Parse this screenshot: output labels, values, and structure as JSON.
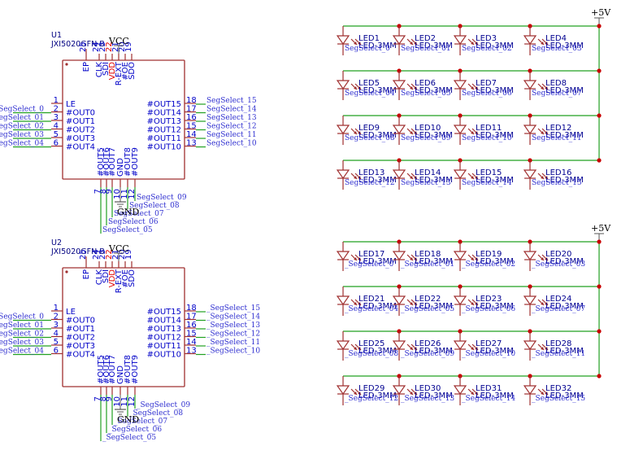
{
  "colors": {
    "wire": "#22a022",
    "part": "#a03030",
    "junction": "#c80000",
    "pin_text": "#0000c8",
    "power_pin_text": "#e00000",
    "net_label": "#3030d0"
  },
  "chips": [
    {
      "ref": "U1",
      "value": "JXI5020GFN-B",
      "vcc_label": "VCC",
      "gnd_label": "GND",
      "top_pins": [
        {
          "num": "25",
          "name": "EP",
          "power": false
        },
        {
          "num": "24",
          "name": "CLK",
          "power": false
        },
        {
          "num": "23",
          "name": "SDI",
          "power": false
        },
        {
          "num": "22",
          "name": "VDD",
          "power": true
        },
        {
          "num": "21",
          "name": "R-EXT",
          "power": false
        },
        {
          "num": "20",
          "name": "#OE",
          "power": false
        },
        {
          "num": "19",
          "name": "SDO",
          "power": false
        }
      ],
      "left_pins": [
        {
          "num": "1",
          "name": "LE",
          "net": ""
        },
        {
          "num": "2",
          "name": "#OUT0",
          "net": "SegSelect_0"
        },
        {
          "num": "3",
          "name": "#OUT1",
          "net": "SegSelect_01"
        },
        {
          "num": "4",
          "name": "#OUT2",
          "net": "SegSelect_02"
        },
        {
          "num": "5",
          "name": "#OUT3",
          "net": "SegSelect_03"
        },
        {
          "num": "6",
          "name": "#OUT4",
          "net": "SegSelect_04"
        }
      ],
      "right_pins": [
        {
          "num": "18",
          "name": "#OUT15",
          "net": "SegSelect_15"
        },
        {
          "num": "17",
          "name": "#OUT14",
          "net": "SegSelect_14"
        },
        {
          "num": "16",
          "name": "#OUT13",
          "net": "SegSelect_13"
        },
        {
          "num": "15",
          "name": "#OUT12",
          "net": "SegSelect_12"
        },
        {
          "num": "14",
          "name": "#OUT11",
          "net": "SegSelect_11"
        },
        {
          "num": "13",
          "name": "#OUT10",
          "net": "SegSelect_10"
        }
      ],
      "bottom_pins": [
        {
          "num": "7",
          "name": "#OUT5",
          "net": "SegSelect_05"
        },
        {
          "num": "8",
          "name": "#OUT6",
          "net": "SegSelect_06"
        },
        {
          "num": "9",
          "name": "#OUT7",
          "net": "SegSelect_07"
        },
        {
          "num": "10",
          "name": "GND",
          "net": ""
        },
        {
          "num": "11",
          "name": "#OUT8",
          "net": "SegSelect_08"
        },
        {
          "num": "12",
          "name": "#OUT9",
          "net": "SegSelect_09"
        }
      ]
    },
    {
      "ref": "U2",
      "value": "JXI5020GFN-B",
      "vcc_label": "VCC",
      "gnd_label": "GND",
      "top_pins": [
        {
          "num": "25",
          "name": "EP",
          "power": false
        },
        {
          "num": "24",
          "name": "CLK",
          "power": false
        },
        {
          "num": "23",
          "name": "SDI",
          "power": false
        },
        {
          "num": "22",
          "name": "VDD",
          "power": true
        },
        {
          "num": "21",
          "name": "R-EXT",
          "power": false
        },
        {
          "num": "20",
          "name": "#OE",
          "power": false
        },
        {
          "num": "19",
          "name": "SDO",
          "power": false
        }
      ],
      "left_pins": [
        {
          "num": "1",
          "name": "LE",
          "net": ""
        },
        {
          "num": "2",
          "name": "#OUT0",
          "net": "_SegSelect_0"
        },
        {
          "num": "3",
          "name": "#OUT1",
          "net": "_SegSelect_01"
        },
        {
          "num": "4",
          "name": "#OUT2",
          "net": "_SegSelect_02"
        },
        {
          "num": "5",
          "name": "#OUT3",
          "net": "_SegSelect_03"
        },
        {
          "num": "6",
          "name": "#OUT4",
          "net": "_SegSelect_04"
        }
      ],
      "right_pins": [
        {
          "num": "18",
          "name": "#OUT15",
          "net": "_SegSelect_15"
        },
        {
          "num": "17",
          "name": "#OUT14",
          "net": "_SegSelect_14"
        },
        {
          "num": "16",
          "name": "#OUT13",
          "net": "_SegSelect_13"
        },
        {
          "num": "15",
          "name": "#OUT12",
          "net": "_SegSelect_12"
        },
        {
          "num": "14",
          "name": "#OUT11",
          "net": "_SegSelect_11"
        },
        {
          "num": "13",
          "name": "#OUT10",
          "net": "_SegSelect_10"
        }
      ],
      "bottom_pins": [
        {
          "num": "7",
          "name": "#OUT5",
          "net": "_SegSelect_05"
        },
        {
          "num": "8",
          "name": "#OUT6",
          "net": "_SegSelect_06"
        },
        {
          "num": "9",
          "name": "#OUT7",
          "net": "_SegSelect_07"
        },
        {
          "num": "10",
          "name": "GND",
          "net": ""
        },
        {
          "num": "11",
          "name": "#OUT8",
          "net": "_SegSelect_08"
        },
        {
          "num": "12",
          "name": "#OUT9",
          "net": "_SegSelect_09"
        }
      ]
    }
  ],
  "led_banks": [
    {
      "power_label": "+5V",
      "rows": [
        [
          {
            "ref": "LED1",
            "value": "LED-3MM",
            "net": "SegSelect_0"
          },
          {
            "ref": "LED2",
            "value": "LED-3MM",
            "net": "SegSelect_01"
          },
          {
            "ref": "LED3",
            "value": "LED-3MM",
            "net": "SegSelect_02"
          },
          {
            "ref": "LED4",
            "value": "LED-3MM",
            "net": "SegSelect_03"
          }
        ],
        [
          {
            "ref": "LED5",
            "value": "LED-3MM",
            "net": "SegSelect_04"
          },
          {
            "ref": "LED6",
            "value": "LED-3MM",
            "net": "SegSelect_05"
          },
          {
            "ref": "LED7",
            "value": "LED-3MM",
            "net": "SegSelect_06"
          },
          {
            "ref": "LED8",
            "value": "LED-3MM",
            "net": "SegSelect_07"
          }
        ],
        [
          {
            "ref": "LED9",
            "value": "LED-3MM",
            "net": "SegSelect_08"
          },
          {
            "ref": "LED10",
            "value": "LED-3MM",
            "net": "SegSelect_09"
          },
          {
            "ref": "LED11",
            "value": "LED-3MM",
            "net": "SegSelect_10"
          },
          {
            "ref": "LED12",
            "value": "LED-3MM",
            "net": "SegSelect_11"
          }
        ],
        [
          {
            "ref": "LED13",
            "value": "LED-3MM",
            "net": "SegSelect_12"
          },
          {
            "ref": "LED14",
            "value": "LED-3MM",
            "net": "SegSelect_13"
          },
          {
            "ref": "LED15",
            "value": "LED-3MM",
            "net": "SegSelect_14"
          },
          {
            "ref": "LED16",
            "value": "LED-3MM",
            "net": "SegSelect_15"
          }
        ]
      ]
    },
    {
      "power_label": "+5V",
      "rows": [
        [
          {
            "ref": "LED17",
            "value": "LED-3MM",
            "net": "_SegSelect_0"
          },
          {
            "ref": "LED18",
            "value": "LED-3MM",
            "net": "_SegSelect_01"
          },
          {
            "ref": "LED19",
            "value": "LED-3MM",
            "net": "_SegSelect_02"
          },
          {
            "ref": "LED20",
            "value": "LED-3MM",
            "net": "_SegSelect_03"
          }
        ],
        [
          {
            "ref": "LED21",
            "value": "LED-3MM",
            "net": "_SegSelect_04"
          },
          {
            "ref": "LED22",
            "value": "LED-3MM",
            "net": "_SegSelect_05"
          },
          {
            "ref": "LED23",
            "value": "LED-3MM",
            "net": "_SegSelect_06"
          },
          {
            "ref": "LED24",
            "value": "LED-3MM",
            "net": "_SegSelect_07"
          }
        ],
        [
          {
            "ref": "LED25",
            "value": "LED-3MM",
            "net": "_SegSelect_08"
          },
          {
            "ref": "LED26",
            "value": "LED-3MM",
            "net": "_SegSelect_09"
          },
          {
            "ref": "LED27",
            "value": "LED-3MM",
            "net": "_SegSelect_10"
          },
          {
            "ref": "LED28",
            "value": "LED-3MM",
            "net": "_SegSelect_11"
          }
        ],
        [
          {
            "ref": "LED29",
            "value": "LED-3MM",
            "net": "_SegSelect_12"
          },
          {
            "ref": "LED30",
            "value": "LED-3MM",
            "net": "_SegSelect_13"
          },
          {
            "ref": "LED31",
            "value": "LED-3MM",
            "net": "_SegSelect_14"
          },
          {
            "ref": "LED32",
            "value": "LED-3MM",
            "net": "_SegSelect_15"
          }
        ]
      ]
    }
  ]
}
